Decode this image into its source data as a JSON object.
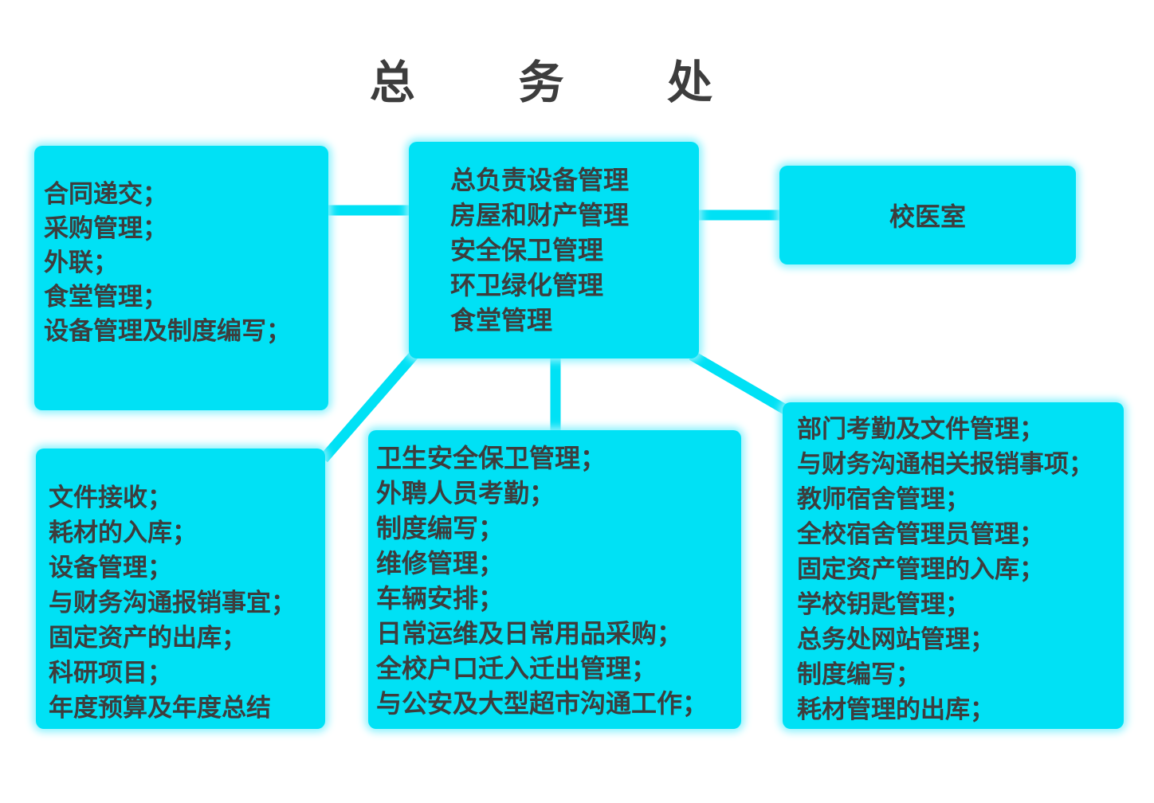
{
  "title": "总  务  处",
  "colors": {
    "box_fill": "#00e1f5",
    "text_color": "#3d3d3d",
    "glow": "#8ff2fd"
  },
  "boxes": {
    "left_top": {
      "lines": [
        "合同递交；",
        "采购管理；",
        "外联；",
        "食堂管理；",
        "设备管理及制度编写；"
      ]
    },
    "center": {
      "lines": [
        "总负责设备管理",
        "房屋和财产管理",
        "安全保卫管理",
        "环卫绿化管理",
        "食堂管理"
      ]
    },
    "clinic": {
      "label": "校医室"
    },
    "bottom_left": {
      "lines": [
        "文件接收；",
        "耗材的入库；",
        "设备管理；",
        "与财务沟通报销事宜；",
        "固定资产的出库；",
        "科研项目；",
        "年度预算及年度总结"
      ]
    },
    "bottom_center": {
      "lines": [
        "卫生安全保卫管理；",
        "外聘人员考勤；",
        "制度编写；",
        "维修管理；",
        "车辆安排；",
        "日常运维及日常用品采购；",
        "全校户口迁入迁出管理；",
        "与公安及大型超市沟通工作；"
      ]
    },
    "bottom_right": {
      "lines": [
        "部门考勤及文件管理；",
        "与财务沟通相关报销事项；",
        "教师宿舍管理；",
        "全校宿舍管理员管理；",
        "固定资产管理的入库；",
        "学校钥匙管理；",
        "总务处网站管理；",
        "制度编写；",
        "耗材管理的出库；"
      ]
    }
  }
}
